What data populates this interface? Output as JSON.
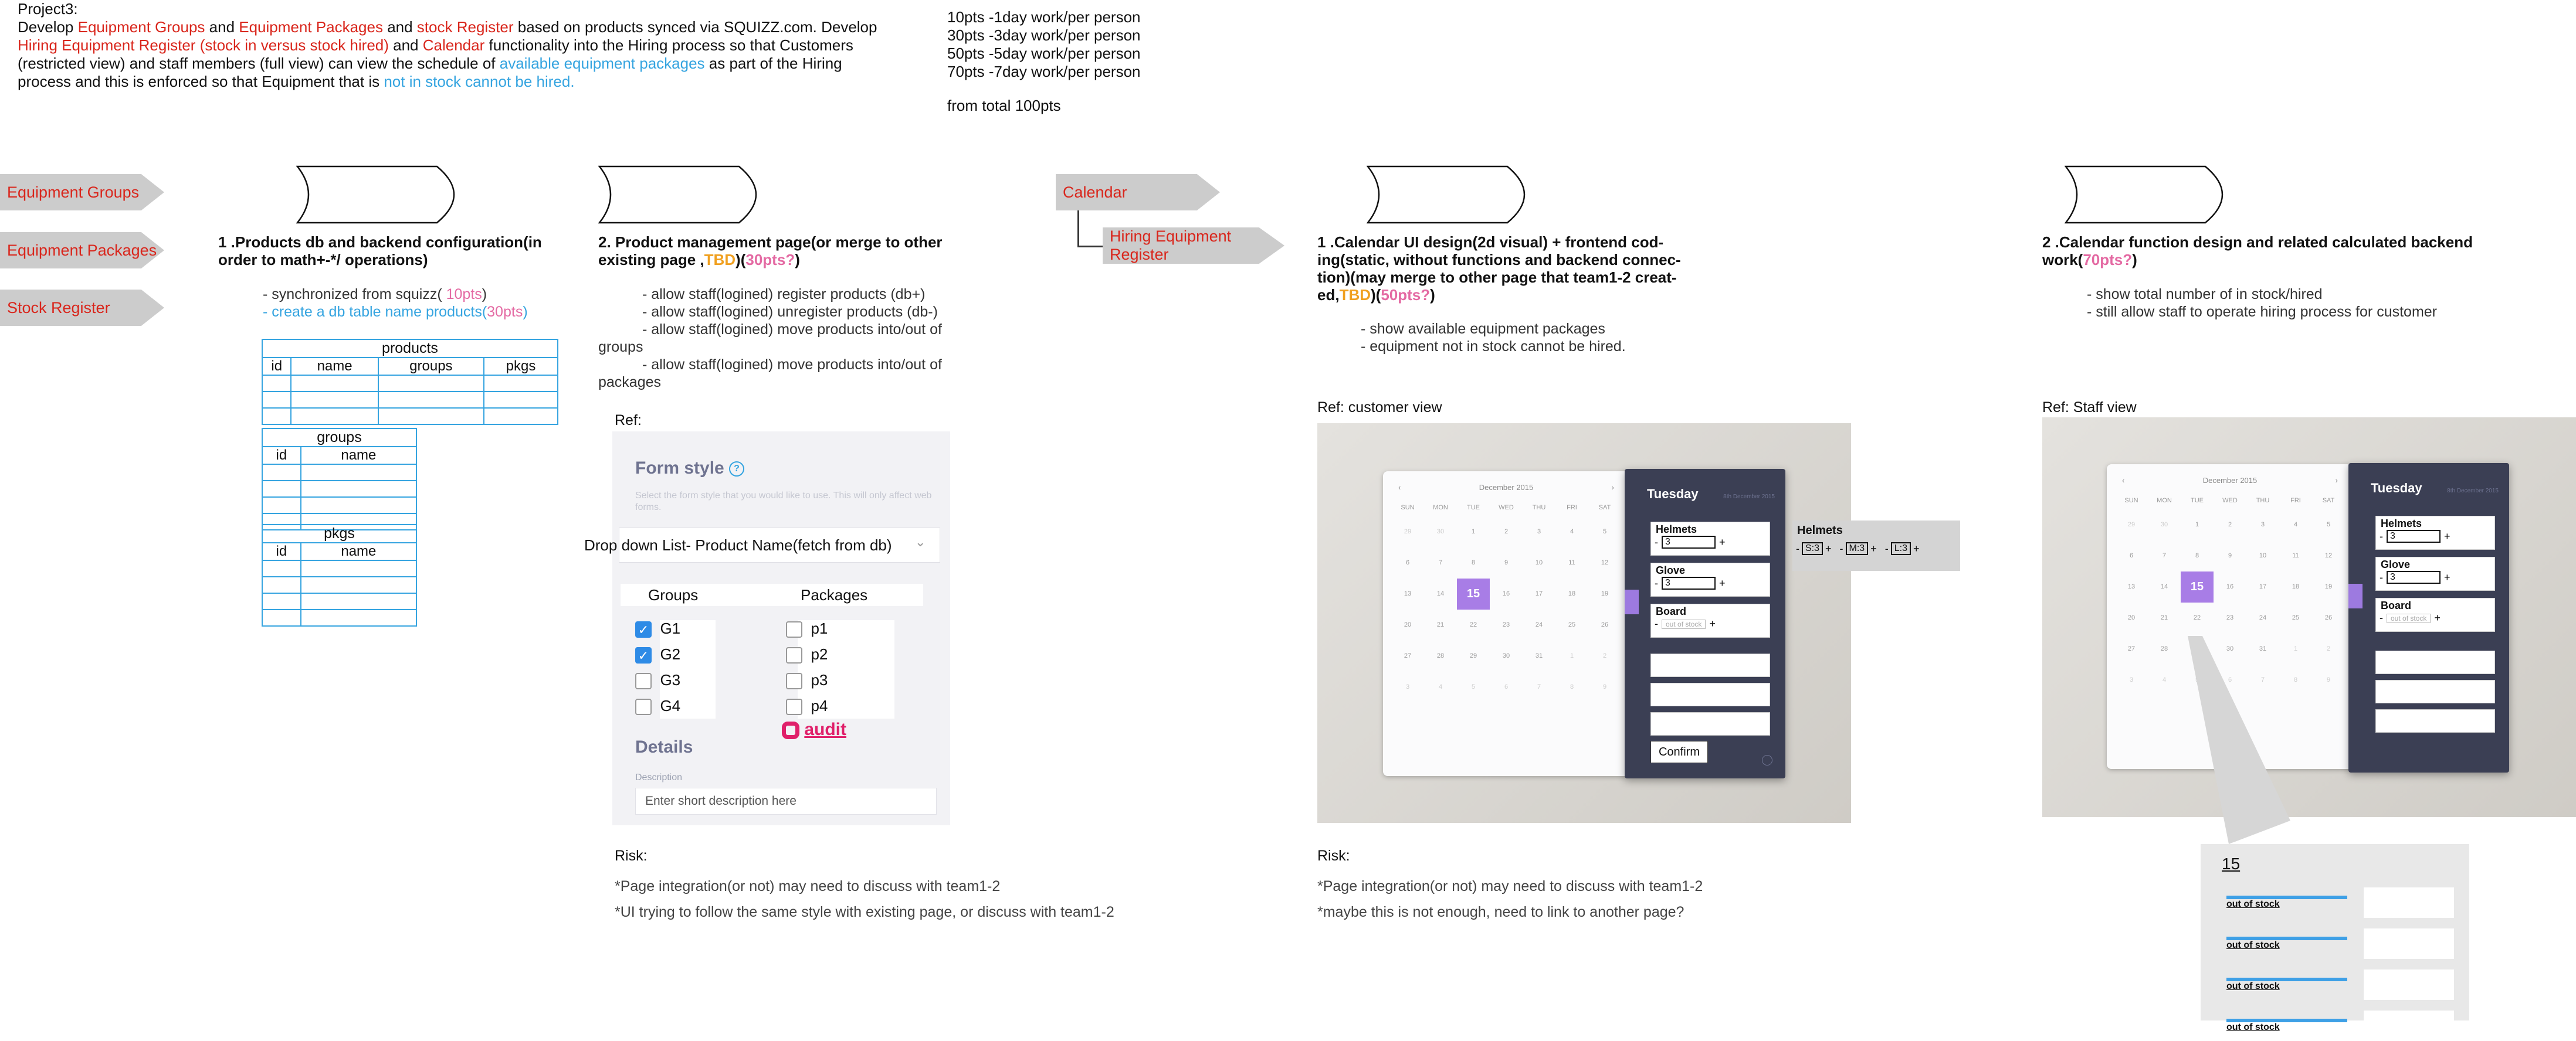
{
  "intro": {
    "l1": [
      "Project3:"
    ],
    "l2": [
      "Develop ",
      "Equipment Groups",
      " and ",
      "Equipment Packages",
      " and ",
      "stock Register",
      " based on products synced via SQUIZZ.com.  Develop"
    ],
    "l3": [
      "Hiring Equipment Register (stock in versus stock hired)",
      " and ",
      "Calendar",
      " functionality into the Hiring process so that Customers"
    ],
    "l4": [
      "(restricted view) and staff members (full view) can view the schedule of ",
      "available equipment packages",
      " as part of the Hiring"
    ],
    "l5": [
      "process and this is enforced so that Equipment that is ",
      "not in stock cannot be hired."
    ]
  },
  "points": {
    "rows": [
      "10pts -1day work/per person",
      "30pts -3day work/per person",
      "50pts -5day work/per person",
      "70pts -7day work/per person"
    ],
    "total": "from total 100pts"
  },
  "arrows": {
    "groups": "Equipment Groups",
    "packages": "Equipment Packages",
    "stock": "Stock Register",
    "calendar": "Calendar",
    "hiring": "Hiring Equipment Register"
  },
  "task1": {
    "title_a": "1 .Products db and backend configuration(in",
    "title_b": "order to math+-*/ operations)",
    "b1_pre": "- synchronized from squizz( ",
    "b1_pts": "10pts",
    "b1_post": ")",
    "b2_pre": "- create a db table name products(",
    "b2_pts": "30pts",
    "b2_post": ")",
    "products": {
      "caption": "products",
      "cols": [
        "id",
        "name",
        "groups",
        "pkgs"
      ]
    },
    "groups": {
      "caption": "groups",
      "cols": [
        "id",
        "name"
      ]
    },
    "pkgs": {
      "caption": "pkgs",
      "cols": [
        "id",
        "name"
      ]
    }
  },
  "task2": {
    "title_a": "2. Product management page(or merge to other",
    "title_b_pre": "existing page ,",
    "tbd": "TBD",
    "pts_pre": ")(",
    "pts": "30pts?",
    "pts_post": ")",
    "bullets": [
      "- allow staff(logined)  register products (db+)",
      "- allow staff(logined)  unregister products (db-)",
      "- allow staff(logined)  move products into/out of",
      "groups",
      "- allow staff(logined)  move products into/out of",
      "packages"
    ],
    "ref": "Ref:",
    "form": {
      "title": "Form style",
      "desc": "Select the form style that you would like to use. This will only affect web forms.",
      "dropdown": "Drop down List- Product Name(fetch from db)",
      "groups_h": "Groups",
      "packages_h": "Packages",
      "groups": [
        "G1",
        "G2",
        "G3",
        "G4"
      ],
      "groups_checked": [
        true,
        true,
        false,
        false
      ],
      "packages": [
        "p1",
        "p2",
        "p3",
        "p4"
      ],
      "audit": "audit",
      "details": "Details",
      "description_label": "Description",
      "description_placeholder": "Enter short description here"
    },
    "risk": "Risk:",
    "risks": [
      "*Page integration(or not) may need to discuss with team1-2",
      "*UI trying to follow the same style with existing page, or discuss with team1-2"
    ]
  },
  "cal1": {
    "title": [
      "1 .Calendar UI design(2d visual) + frontend cod-",
      "ing(static, without functions and backend connec-",
      "tion)(may merge to other page that team1-2 creat-"
    ],
    "title_last_pre": "ed,",
    "tbd": "TBD",
    "pts_pre": ")(",
    "pts": "50pts?",
    "pts_post": ")",
    "b1": "- show available equipment packages",
    "b2": "- equipment not in stock cannot be hired.",
    "ref": "Ref: customer view",
    "month": "December 2015",
    "day_title": "Tuesday",
    "day_sub": "8th December 2015",
    "weekdays": [
      "SUN",
      "MON",
      "TUE",
      "WED",
      "THU",
      "FRI",
      "SAT"
    ],
    "days": [
      "29",
      "30",
      "1",
      "2",
      "3",
      "4",
      "5",
      "6",
      "7",
      "8",
      "9",
      "10",
      "11",
      "12",
      "13",
      "14",
      "15",
      "16",
      "17",
      "18",
      "19",
      "20",
      "21",
      "22",
      "23",
      "24",
      "25",
      "26",
      "27",
      "28",
      "29",
      "30",
      "31",
      "1",
      "2",
      "3",
      "4",
      "5",
      "6",
      "7",
      "8",
      "9"
    ],
    "selected": "15",
    "items": [
      {
        "name": "Helmets",
        "value": "3"
      },
      {
        "name": "Glove",
        "value": "3"
      },
      {
        "name": "Board",
        "value": "out of stock"
      }
    ],
    "confirm": "Confirm",
    "popup": {
      "title": "Helmets",
      "sizes": [
        "S:3",
        "M:3",
        "L:3"
      ]
    },
    "risk": "Risk:",
    "risks": [
      "*Page integration(or not) may need to discuss with team1-2",
      "*maybe this is not enough, need to link to another page?"
    ]
  },
  "cal2": {
    "title_a": "2 .Calendar function design and related calculated backend",
    "title_b_pre": "work(",
    "pts": "70pts?",
    "title_b_post": ")",
    "b1": "- show total number of in stock/hired",
    "b2": "- still allow staff to operate hiring process for customer",
    "ref": "Ref: Staff view",
    "zoom": {
      "day": "15",
      "rows": [
        "out of stock",
        "out of stock",
        "out of stock",
        "out of stock"
      ]
    }
  },
  "colors": {
    "red": "#d9261c",
    "blue": "#35a4e0",
    "pink": "#e46aa3",
    "orange": "#f0a020",
    "purple": "#a87de6",
    "dark": "#3b3f54"
  }
}
